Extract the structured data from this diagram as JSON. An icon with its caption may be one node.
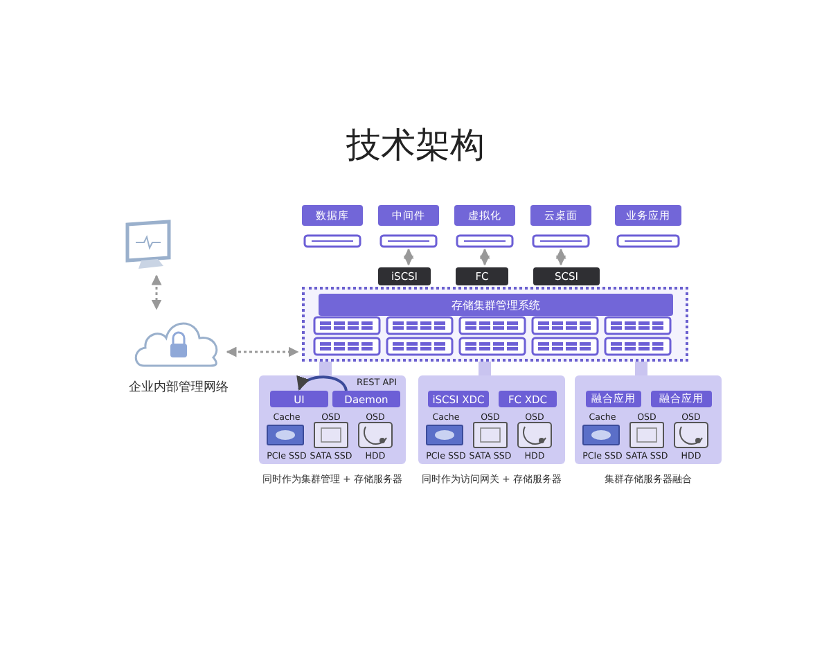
{
  "diagram": {
    "title": "技术架构",
    "nodes": [
      {
        "text": [],
        "shape": "picture"
      },
      {
        "text": [
          "企业内部管理网络"
        ]
      },
      {
        "text": [
          "数据库"
        ]
      },
      {
        "text": [
          "中间件"
        ]
      },
      {
        "text": [
          "虚拟化"
        ]
      },
      {
        "text": [
          "云桌面"
        ]
      },
      {
        "text": [
          "业务应用"
        ]
      },
      {
        "text": [
          "iSCSI"
        ]
      },
      {
        "text": [
          "FC"
        ]
      },
      {
        "text": [
          "SCSI"
        ]
      },
      {
        "text": [],
        "shape": "box"
      },
      {
        "text": [
          "存储集群管理系统"
        ],
        "in": 10
      },
      {
        "text": [],
        "shape": "box",
        "beside": [
          "同时作为集群管理 + 存储服务器"
        ]
      },
      {
        "text": [
          "UI"
        ],
        "in": 12
      },
      {
        "text": [
          "Daemon"
        ],
        "in": 12
      },
      {
        "text": [],
        "shape": "box",
        "beside": [
          "同时作为访问网关 + 存储服务器"
        ]
      },
      {
        "text": [
          "iSCSI XDC"
        ],
        "in": 15
      },
      {
        "text": [
          "FC XDC"
        ],
        "in": 15
      },
      {
        "text": [],
        "shape": "box",
        "beside": [
          "集群存储服务器融合"
        ]
      },
      {
        "text": [
          "融合应用"
        ],
        "in": 18
      },
      {
        "text": [
          "融合应用"
        ],
        "in": 18
      }
    ],
    "edges": [
      {
        "from": 0,
        "to": 1,
        "arrow": "both",
        "style": "dashed"
      },
      {
        "from": 1,
        "to": 10,
        "arrow": "both",
        "style": "dashed"
      },
      {
        "from": 3,
        "to": 7,
        "arrow": "both"
      },
      {
        "from": 4,
        "to": 8,
        "arrow": "both"
      },
      {
        "from": 5,
        "to": 9,
        "arrow": "both"
      },
      {
        "from": 10,
        "to": 12,
        "arrow": "none",
        "style": "thick"
      },
      {
        "from": 10,
        "to": 15,
        "arrow": "none",
        "style": "thick"
      },
      {
        "from": 10,
        "to": 18,
        "arrow": "none",
        "style": "thick"
      },
      {
        "from": 14,
        "to": 13,
        "arrow": "to",
        "label": "REST API",
        "color": "#3b4b9a"
      }
    ],
    "labels": [
      "Cache",
      "OSD",
      "OSD",
      "PCIe SSD",
      "SATA SSD",
      "HDD",
      "Cache",
      "OSD",
      "OSD",
      "PCIe SSD",
      "SATA SSD",
      "HDD",
      "Cache",
      "OSD",
      "OSD",
      "PCIe SSD",
      "SATA SSD",
      "HDD"
    ]
  }
}
